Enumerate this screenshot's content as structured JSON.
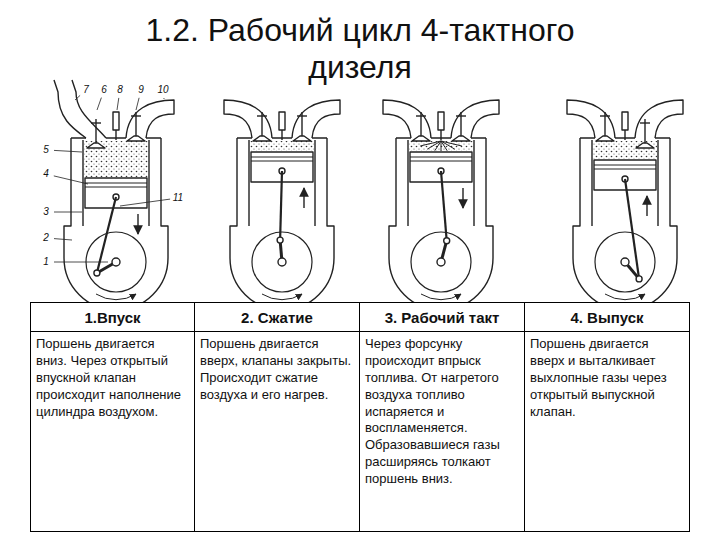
{
  "diagram": {
    "title": "1.2. Рабочий цикл 4-тактного дизеля",
    "labels": [
      "7",
      "6",
      "8",
      "9",
      "10",
      "5",
      "4",
      "3",
      "11",
      "2",
      "1",
      "1.Впуск",
      "2. Сжатие",
      "3. Рабочий такт",
      "4. Выпуск",
      "Поршень двигается вниз. Через открытый впускной клапан происходит наполнение цилиндра воздухом.",
      "Поршень двигается вверх, клапаны закрыты. Происходит сжатие воздуха и его нагрев.",
      "Через форсунку происходит впрыск топлива. От нагретого воздуха топливо испаряется и воспламеняется. Образовавшиеся газы расширяясь толкают поршень вниз.",
      "Поршень двигается вверх и выталкивает выхлопные газы через открытый выпускной клапан."
    ]
  }
}
